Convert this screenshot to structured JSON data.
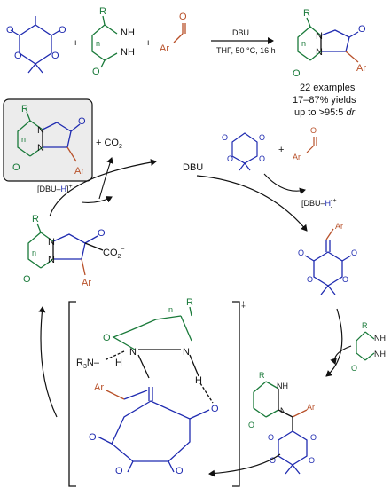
{
  "colors": {
    "black": "#111111",
    "green": "#1a7a3a",
    "blue": "#1f2bb0",
    "red": "#b8512a",
    "box_fill": "#ececec"
  },
  "reaction": {
    "catalyst": "DBU",
    "conditions": "THF, 50 °C, 16 h",
    "summary_line1": "22 examples",
    "summary_line2": "17–87% yields",
    "summary_line3": "up to >95:5",
    "summary_dr": "dr"
  },
  "cycle": {
    "center_label": "DBU",
    "co2_label": "+ CO",
    "co2_sub": "2",
    "dbuh_label": "[DBU",
    "dbuh_h": "H",
    "dbuh_close": "]",
    "dbuh_plus": "+",
    "carboxylate": "CO",
    "carboxylate_sub": "2",
    "carboxylate_charge": "−",
    "ts_mark": "‡",
    "r3n": "R",
    "r3n_sub": "3",
    "r3n_n": "N",
    "plus": "+"
  },
  "atoms": {
    "R": "R",
    "Ar": "Ar",
    "O": "O",
    "N": "N",
    "NH": "NH",
    "H": "H",
    "n": "n"
  }
}
